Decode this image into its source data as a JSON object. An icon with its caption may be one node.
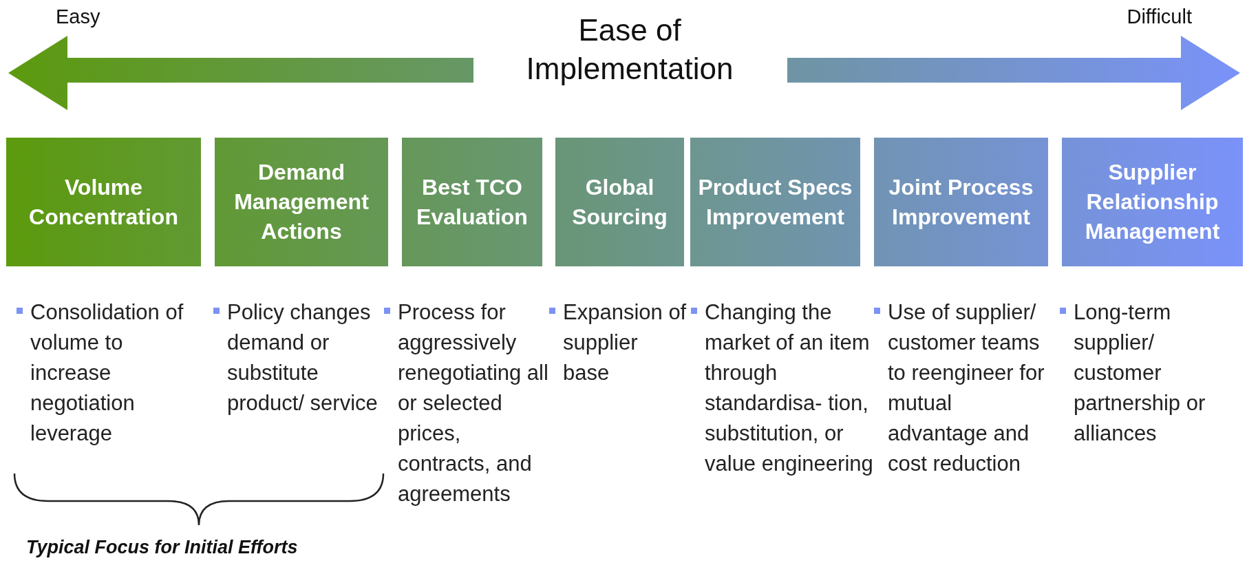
{
  "diagram": {
    "title": "Ease of Implementation",
    "nodes": [
      {
        "text": [
          "Volume Concentration"
        ],
        "beside": [
          "Consolidation of volume to increase negotiation leverage"
        ]
      },
      {
        "text": [
          "Demand Management Actions"
        ],
        "beside": [
          "Policy changes demand or substitute product/ service"
        ]
      },
      {
        "text": [
          "Best TCO Evaluation"
        ],
        "beside": [
          "Process for aggressively renegotiating all or selected prices, contracts, and agreements"
        ]
      },
      {
        "text": [
          "Global Sourcing"
        ],
        "beside": [
          "Expansion of supplier base"
        ]
      },
      {
        "text": [
          "Product Specs Improvement"
        ],
        "beside": [
          "Changing the market of an item through standardisa- tion, substitution, or value engineering"
        ]
      },
      {
        "text": [
          "Joint Process Improvement"
        ],
        "beside": [
          "Use of supplier/ customer teams to reengineer for mutual advantage and cost reduction"
        ]
      },
      {
        "text": [
          "Supplier Relationship Management"
        ],
        "beside": [
          "Long-term supplier/ customer partnership or alliances"
        ]
      }
    ],
    "edges": [],
    "labels": [
      "Easy",
      "Difficult",
      "Typical Focus for Initial Efforts"
    ]
  }
}
